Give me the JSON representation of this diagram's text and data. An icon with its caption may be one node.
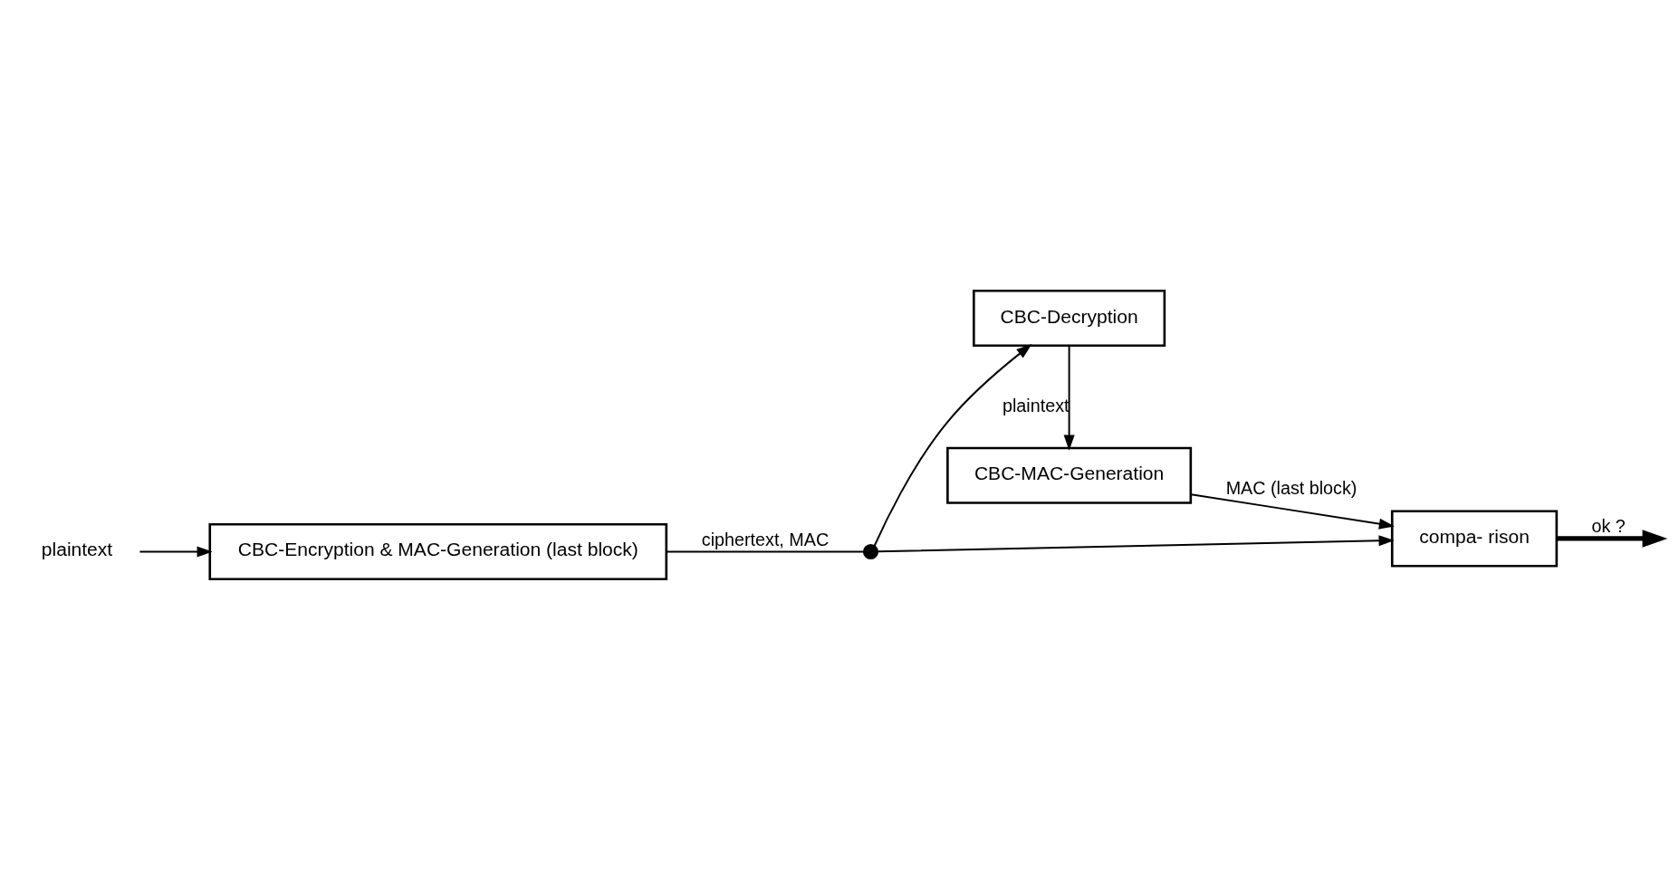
{
  "diagram": {
    "nodes": [
      {
        "text": [
          "plaintext"
        ]
      },
      {
        "text": [
          "CBC-Encryption & MAC-Generation (last block)"
        ]
      },
      {
        "text": [],
        "shape": "circle"
      },
      {
        "text": [
          "CBC-Decryption"
        ]
      },
      {
        "text": [
          "CBC-MAC-Generation"
        ]
      },
      {
        "text": [
          "compa- rison"
        ]
      }
    ],
    "edges": [
      {
        "from": 0,
        "to": 1,
        "arrow": "to"
      },
      {
        "from": 1,
        "to": 2,
        "arrow": "none",
        "label": "ciphertext, MAC"
      },
      {
        "from": 2,
        "to": 3,
        "arrow": "to"
      },
      {
        "from": 2,
        "to": 5,
        "arrow": "to"
      },
      {
        "from": 3,
        "to": 4,
        "arrow": "to",
        "label": "plaintext"
      },
      {
        "from": 4,
        "to": 5,
        "arrow": "to",
        "label": "MAC (last block)"
      },
      {
        "from": 5,
        "to": null,
        "arrow": "to",
        "label": "ok ?",
        "style": "thick"
      }
    ]
  }
}
